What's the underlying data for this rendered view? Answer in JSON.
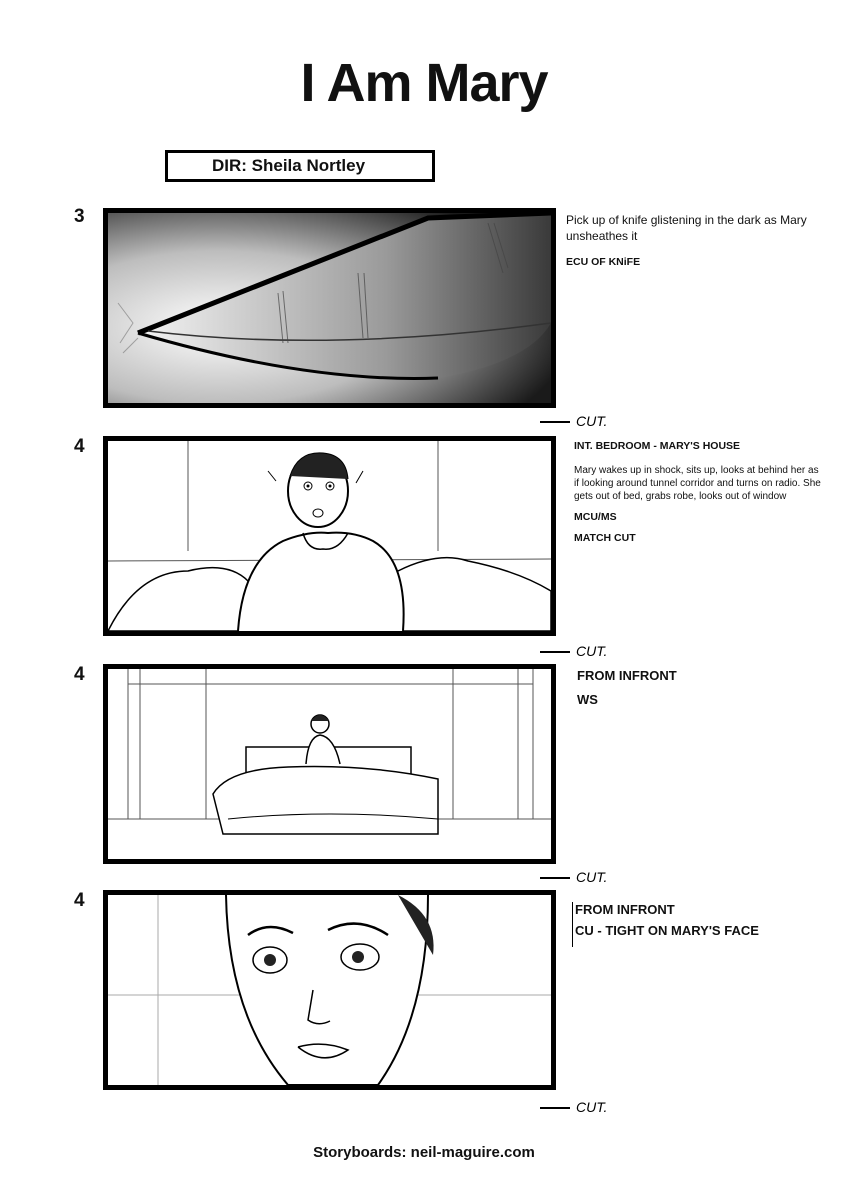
{
  "title": "I Am Mary",
  "director": "DIR: Sheila Nortley",
  "panels": [
    {
      "shot": "3",
      "lines": [
        "Pick up of knife glistening in the dark as Mary unsheathes it",
        "ECU OF KNiFE"
      ]
    },
    {
      "shot": "4",
      "lines": [
        "INT. BEDROOM - MARY'S HOUSE",
        "Mary wakes up in shock, sits up, looks at behind her as if looking around tunnel corridor and turns on radio. She gets out of bed, grabs robe, looks out of window",
        "MCU/MS",
        "MATCH CUT"
      ]
    },
    {
      "shot": "4",
      "lines": [
        "FROM INFRONT",
        "WS"
      ]
    },
    {
      "shot": "4",
      "lines": [
        "FROM INFRONT",
        "CU - TIGHT ON MARY'S FACE"
      ]
    }
  ],
  "cut_marks": [
    "CUT.",
    "CUT.",
    "CUT.",
    "CUT."
  ],
  "footer": "Storyboards: neil-maguire.com"
}
